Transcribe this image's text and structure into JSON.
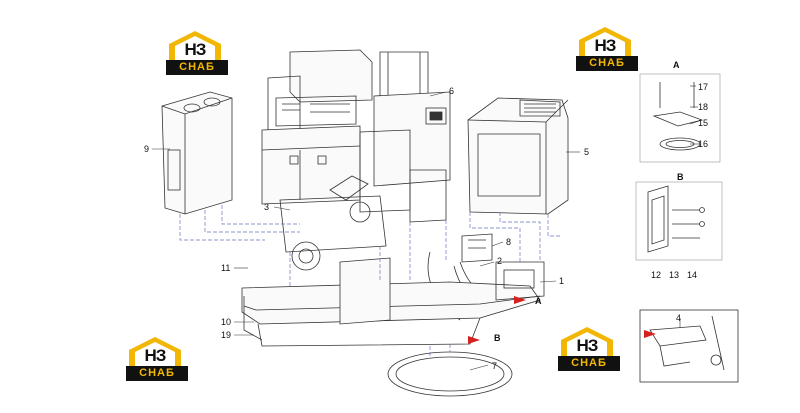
{
  "logo": {
    "brand": "НЗ",
    "sub": "СНАБ",
    "color_yellow": "#f2b705",
    "color_dark": "#111111"
  },
  "callouts": {
    "c1": "1",
    "c2": "2",
    "c3": "3",
    "c4": "4",
    "c5": "5",
    "c6": "6",
    "c7": "7",
    "c8": "8",
    "c9": "9",
    "c10": "10",
    "c11": "11",
    "c12": "12",
    "c13": "13",
    "c14": "14",
    "c15": "15",
    "c16": "16",
    "c17": "17",
    "c18": "18",
    "c19": "19"
  },
  "sections": {
    "a_label": "A",
    "b_label": "B",
    "a_marker": "A",
    "b_marker": "B"
  },
  "colors": {
    "line": "#333333",
    "dash": "#6a74b8",
    "marker": "#d62020"
  }
}
